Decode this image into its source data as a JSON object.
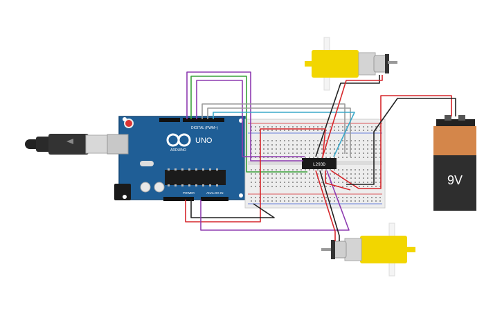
{
  "arduino": {
    "logo_text": "UNO",
    "brand_text": "ARDUINO",
    "digital_header": "DIGITAL (PWM~)",
    "power_label": "POWER",
    "analog_label": "ANALOG IN",
    "board_color": "#1f5e96"
  },
  "driver_chip": {
    "label": "L293D"
  },
  "battery": {
    "label": "9V",
    "top_color": "#d4864a",
    "body_color": "#2e2e2e"
  },
  "motors": {
    "body_color": "#f2d600"
  },
  "wire_colors": {
    "red": "#d6262b",
    "black": "#222222",
    "purple": "#8d3bb0",
    "green": "#3aa13a",
    "gray": "#9a9a9a",
    "cyan": "#3aa8c9"
  }
}
